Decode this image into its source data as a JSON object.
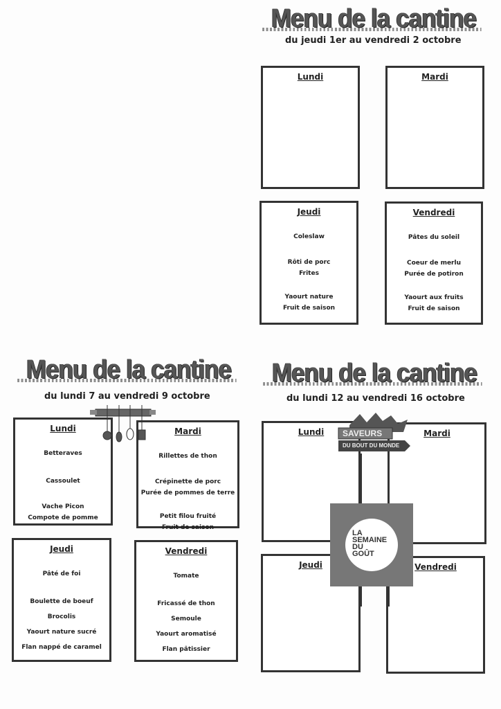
{
  "menus": [
    {
      "title": "Menu de la cantine",
      "subtitle": "du jeudi 1er au vendredi 2 octobre",
      "days": [
        {
          "name": "Lundi",
          "groups": []
        },
        {
          "name": "Mardi",
          "groups": []
        },
        {
          "name": "Jeudi",
          "groups": [
            [
              "Coleslaw"
            ],
            [
              "Rôti de porc",
              "Frites"
            ],
            [
              "Yaourt nature",
              "Fruit de saison"
            ]
          ]
        },
        {
          "name": "Vendredi",
          "groups": [
            [
              "Pâtes du soleil"
            ],
            [
              "Coeur de merlu",
              "Purée de potiron"
            ],
            [
              "Yaourt aux fruits",
              "Fruit de saison"
            ]
          ]
        }
      ]
    },
    {
      "title": "Menu de la cantine",
      "subtitle": "du lundi 7 au vendredi 9 octobre",
      "days": [
        {
          "name": "Lundi",
          "groups": [
            [
              "Betteraves"
            ],
            [
              "Cassoulet"
            ],
            [
              "Vache Picon",
              "Compote de pomme"
            ]
          ]
        },
        {
          "name": "Mardi",
          "groups": [
            [
              "Rillettes de thon"
            ],
            [
              "Crépinette de porc",
              "Purée de pommes de terre"
            ],
            [
              "Petit filou fruité",
              "Fruit de saison"
            ]
          ]
        },
        {
          "name": "Jeudi",
          "groups": [
            [
              "Pâté de foi"
            ],
            [
              "Boulette de boeuf",
              "Brocolis",
              "Yaourt nature sucré",
              "Flan nappé de caramel"
            ]
          ]
        },
        {
          "name": "Vendredi",
          "groups": [
            [
              "Tomate"
            ],
            [
              "Fricassé de thon",
              "Semoule",
              "Yaourt aromatisé",
              "Flan pâtissier"
            ]
          ]
        }
      ]
    },
    {
      "title": "Menu de la cantine",
      "subtitle": "du lundi 12 au vendredi 16 octobre",
      "days": [
        {
          "name": "Lundi",
          "groups": []
        },
        {
          "name": "Mardi",
          "groups": []
        },
        {
          "name": "Jeudi",
          "groups": []
        },
        {
          "name": "Vendredi",
          "groups": []
        }
      ]
    }
  ],
  "logos": {
    "saveurs_line1": "SAVEURS",
    "saveurs_line2": "DU BOUT DU MONDE",
    "semaine": [
      "LA",
      "SEMAINE",
      "DU",
      "GOÛT"
    ]
  },
  "colors": {
    "ink": "#222222",
    "logo_gray": "#777777"
  }
}
